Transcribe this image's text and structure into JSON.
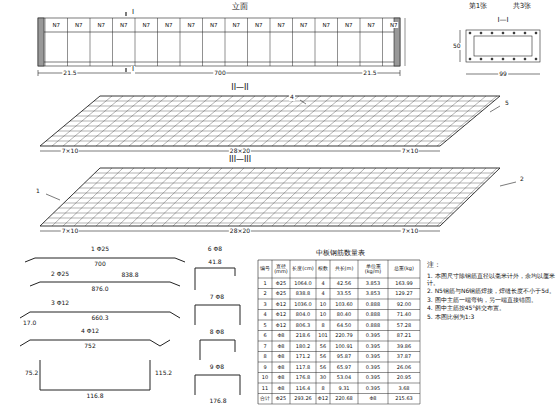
{
  "diagram": {
    "labels": [
      "立面",
      "第1张",
      "共3张",
      "I",
      "I",
      "I—I",
      "700",
      "21.5",
      "21.5",
      "99",
      "50",
      "II—II",
      "7×10",
      "28×20",
      "7×10",
      "III—III",
      "7×10",
      "28×20",
      "7×10",
      "4",
      "5",
      "1",
      "2",
      "1 Φ25",
      "700",
      "2 Φ25",
      "838.8",
      "876.0",
      "3 Φ12",
      "17.0",
      "660.3",
      "4 Φ12",
      "752",
      "116.8",
      "75.2",
      "115.2",
      "6 Φ8",
      "41.8",
      "7 Φ8",
      "8 Φ8",
      "9 Φ8",
      "176.8",
      "中板钢筋数量表",
      "注：",
      "N7",
      "N7",
      "N7",
      "N7",
      "N7",
      "N7",
      "N7",
      "N7",
      "N7",
      "N7",
      "N7",
      "N7",
      "N7",
      "N7",
      "N7",
      "N7",
      "编号",
      "直径(mm)",
      "长度(cm)",
      "根数",
      "共长(m)",
      "单位重(kg/m)",
      "总重(kg)",
      "1",
      "Φ25",
      "1064.0",
      "4",
      "42.56",
      "3.853",
      "163.99",
      "2",
      "Φ25",
      "838.8",
      "4",
      "33.55",
      "3.853",
      "129.27",
      "3",
      "Φ12",
      "1036.0",
      "10",
      "103.60",
      "0.888",
      "92.00",
      "4",
      "Φ12",
      "804.0",
      "10",
      "80.40",
      "0.888",
      "71.40",
      "5",
      "Φ12",
      "806.3",
      "8",
      "64.50",
      "0.888",
      "57.28",
      "6",
      "Φ8",
      "218.6",
      "101",
      "220.79",
      "0.395",
      "87.21",
      "7",
      "Φ8",
      "180.2",
      "56",
      "100.91",
      "0.395",
      "39.86",
      "8",
      "Φ8",
      "171.2",
      "56",
      "95.87",
      "0.395",
      "37.87",
      "9",
      "Φ8",
      "117.8",
      "56",
      "65.97",
      "0.395",
      "26.06",
      "10",
      "Φ8",
      "176.8",
      "30",
      "53.04",
      "0.395",
      "20.95",
      "11",
      "Φ8",
      "116.4",
      "8",
      "9.31",
      "0.395",
      "3.68",
      "合计",
      "Φ25",
      "293.26",
      "Φ12",
      "220.68",
      "Φ8",
      "215.63",
      "1. 本图尺寸除钢筋直径以毫米计外，余均以厘米计。",
      "2. N5钢筋与N6钢筋焊接，焊缝长度不小于5d。",
      "3. 图中主筋一端弯钩，另一端直接锚固。",
      "4. 图中主筋按45°斜交布置。",
      "5. 本图比例为1:3"
    ]
  }
}
